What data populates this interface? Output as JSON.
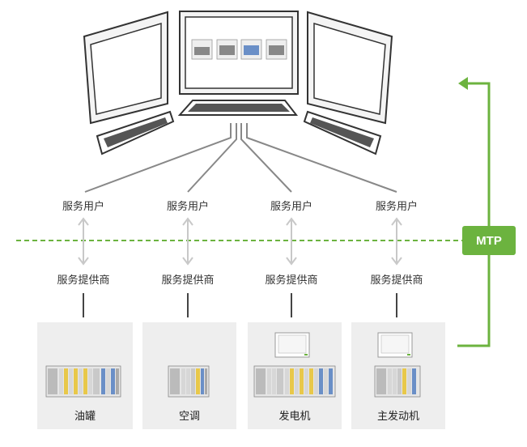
{
  "consumers": [
    {
      "label": "服务用户"
    },
    {
      "label": "服务用户"
    },
    {
      "label": "服务用户"
    },
    {
      "label": "服务用户"
    }
  ],
  "providers": [
    {
      "label": "服务提供商"
    },
    {
      "label": "服务提供商"
    },
    {
      "label": "服务提供商"
    },
    {
      "label": "服务提供商"
    }
  ],
  "modules": [
    {
      "name": "油罐"
    },
    {
      "name": "空调"
    },
    {
      "name": "发电机"
    },
    {
      "name": "主发动机"
    }
  ],
  "mtp_badge": "MTP",
  "colors": {
    "accent": "#6cb33f",
    "line": "#888888",
    "arrow": "#c8c8c8",
    "panel": "#eeeeee"
  }
}
